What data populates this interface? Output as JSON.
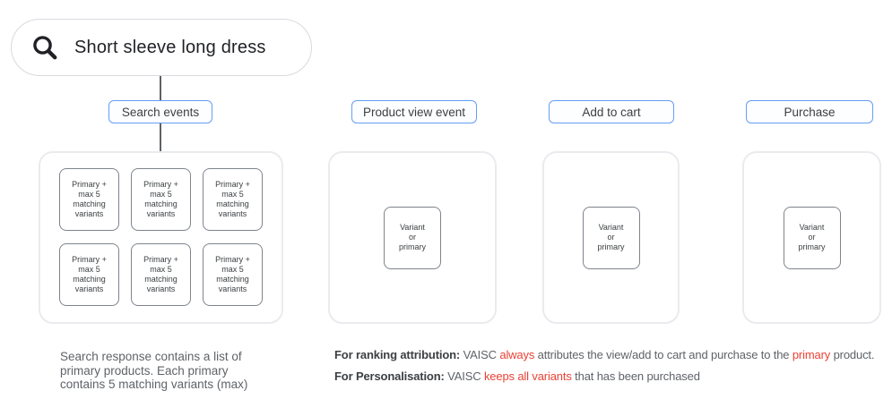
{
  "search": {
    "query": "Short sleeve long dress",
    "icon": "search-icon"
  },
  "event_labels": {
    "search_events": "Search events",
    "product_view": "Product view event",
    "add_to_cart": "Add to cart",
    "purchase": "Purchase"
  },
  "boxes": {
    "primary_lines": [
      "Primary +",
      "max 5",
      "matching",
      "variants"
    ],
    "variant_lines": [
      "Variant",
      "or",
      "primary"
    ]
  },
  "caption_left_lines": [
    "Search response contains a list of",
    "primary products. Each primary",
    "contains 5 matching variants (max)"
  ],
  "notes": {
    "ranking": {
      "prefix": "For ranking attribution:",
      "t1": " VAISC ",
      "red1": "always",
      "t2": " attributes the view/add to cart and purchase to the ",
      "red2": "primary",
      "t3": " product."
    },
    "personalisation": {
      "prefix": "For Personalisation:",
      "t1": " VAISC ",
      "red1": "keeps all variants",
      "t2": " that has been purchased"
    }
  },
  "colors": {
    "accent_blue": "#669df6",
    "alert_red": "#e94235",
    "text_dark": "#3c4043",
    "text_gray": "#5f6368"
  }
}
